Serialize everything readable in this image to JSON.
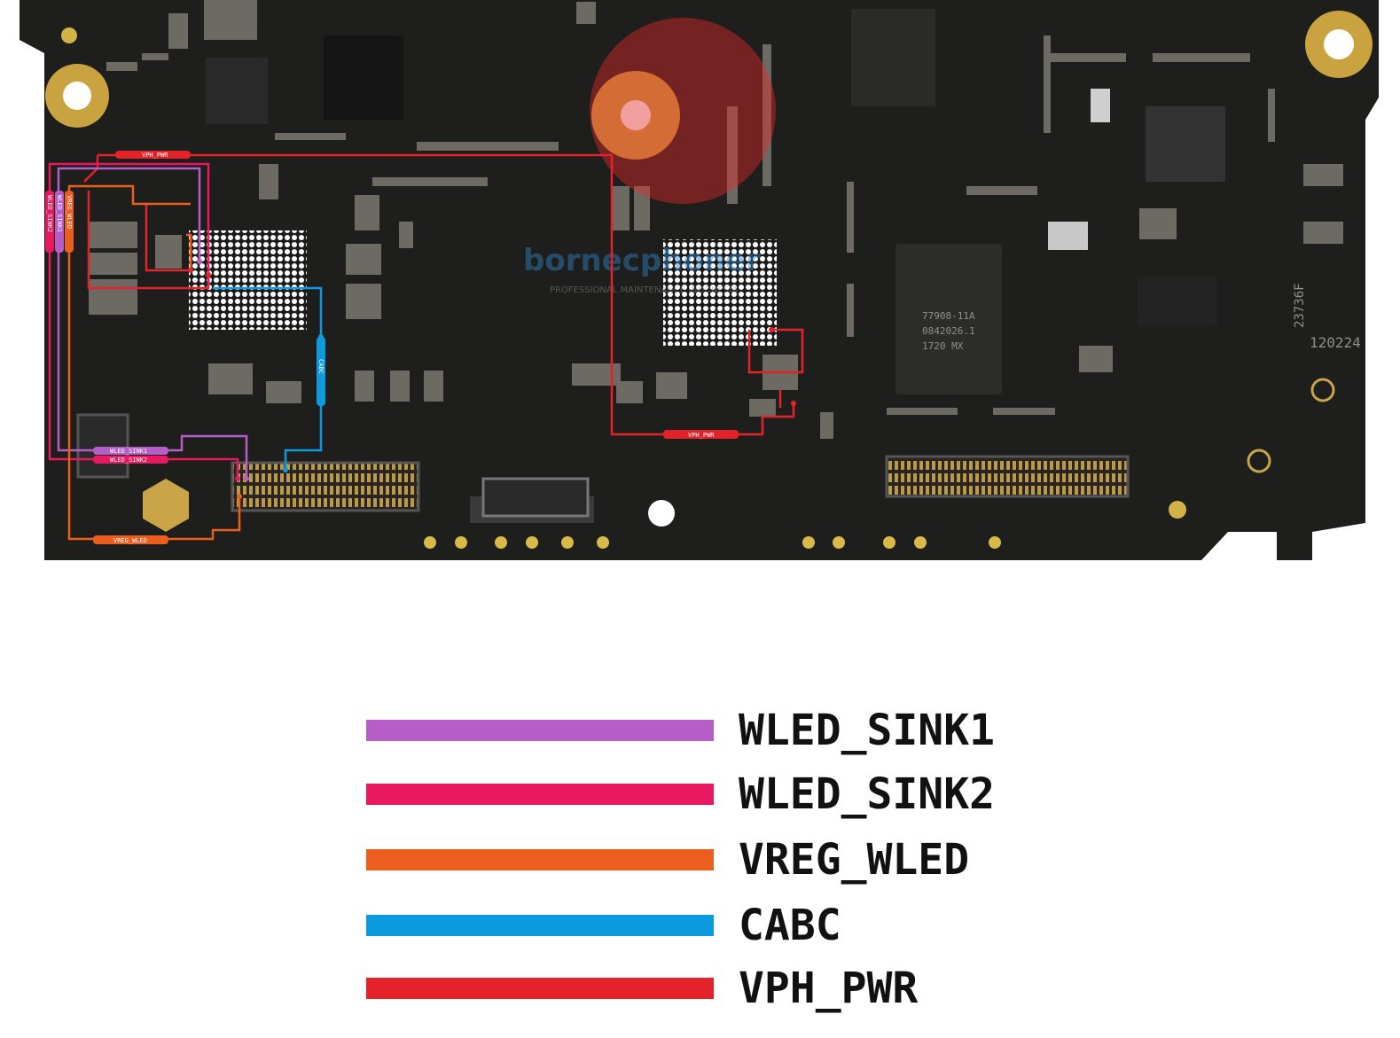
{
  "board": {
    "silkscreen": [
      "77908-11A",
      "0842026.1",
      "1720 MX",
      "23736F",
      "120224"
    ],
    "watermark": "bornecphoner",
    "watermark_sub": "PROFESSIONAL MAINTENANCE INDONESIA"
  },
  "nets": {
    "wled_sink1": {
      "name": "WLED_SINK1",
      "color": "#b55ec7"
    },
    "wled_sink2": {
      "name": "WLED_SINK2",
      "color": "#e8195f"
    },
    "vreg_wled": {
      "name": "VREG_WLED",
      "color": "#ec5e1f"
    },
    "cabc": {
      "name": "CABC",
      "color": "#0d9be0"
    },
    "vph_pwr": {
      "name": "VPH_PWR",
      "color": "#e42229"
    }
  },
  "legend": [
    {
      "label": "WLED_SINK1",
      "color": "#b55ec7"
    },
    {
      "label": "WLED_SINK2",
      "color": "#e8195f"
    },
    {
      "label": "VREG_WLED",
      "color": "#ec5e1f"
    },
    {
      "label": "CABC",
      "color": "#0d9be0"
    },
    {
      "label": "VPH_PWR",
      "color": "#e42229"
    }
  ]
}
